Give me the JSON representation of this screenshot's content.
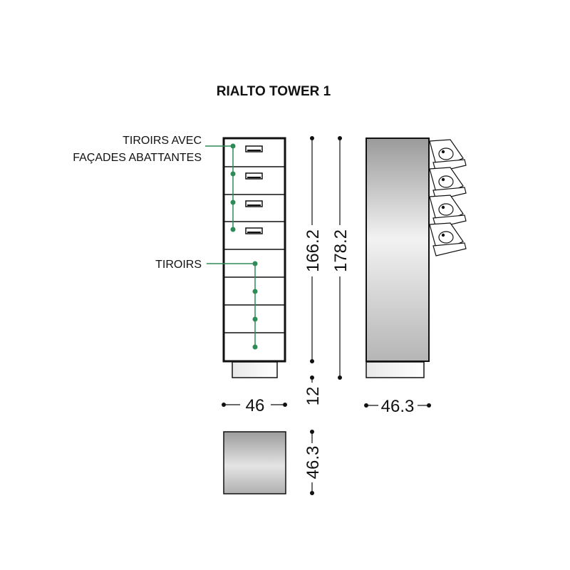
{
  "title": "RIALTO TOWER 1",
  "labels": {
    "flap_drawers_line1": "TIROIRS AVEC",
    "flap_drawers_line2": "FAÇADES ABATTANTES",
    "drawers": "TIROIRS"
  },
  "dimensions": {
    "body_height": "166.2",
    "total_height": "178.2",
    "plinth_height": "12",
    "front_width": "46",
    "side_depth": "46.3",
    "top_depth": "46.3"
  },
  "colors": {
    "leader": "#2e8b57",
    "outline": "#111111"
  }
}
